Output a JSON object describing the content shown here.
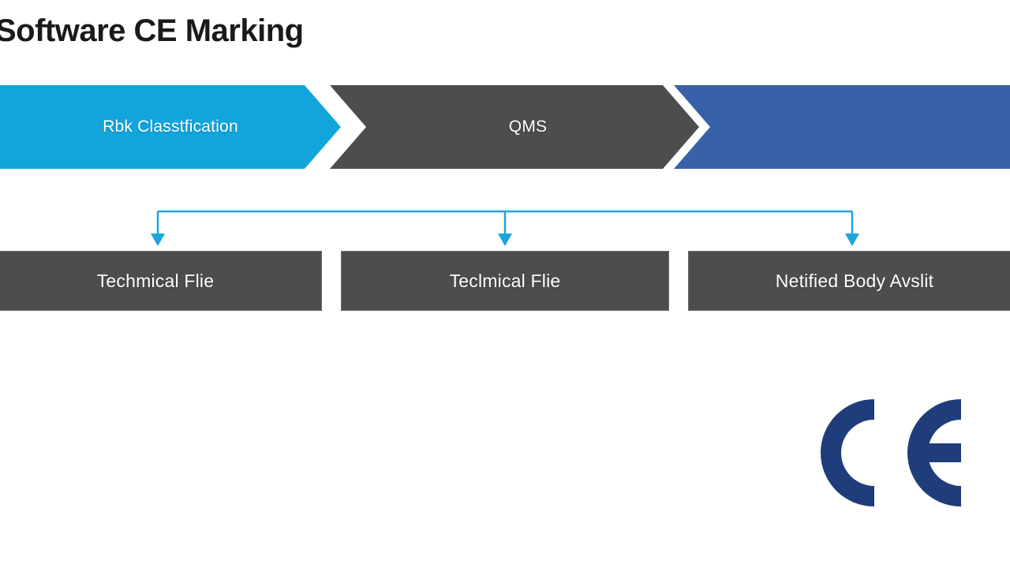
{
  "slide": {
    "title": "Software CE Marking",
    "background_color": "#ffffff"
  },
  "process_band": {
    "steps": [
      {
        "id": "risk-classification",
        "label": "Rbk Classtfication",
        "color": "#12a5dc",
        "text_color": "#ffffff"
      },
      {
        "id": "qms",
        "label": "QMS",
        "color": "#4d4d4d",
        "text_color": "#ffffff"
      },
      {
        "id": "audit",
        "label": "",
        "color": "#3761a8",
        "text_color": "#ffffff"
      }
    ]
  },
  "connectors": {
    "color": "#1ba4dd",
    "stroke_width": 2
  },
  "deliverables": {
    "box_color": "#4d4d4d",
    "text_color": "#ffffff",
    "items": [
      {
        "id": "technical-file-1",
        "label": "Techmical Flie"
      },
      {
        "id": "technical-file-2",
        "label": "Teclmical Flie"
      },
      {
        "id": "notified-body-audit",
        "label": "Netified Body Avslit"
      }
    ]
  },
  "ce_mark": {
    "label": "CE",
    "color": "#1f3d7a"
  }
}
